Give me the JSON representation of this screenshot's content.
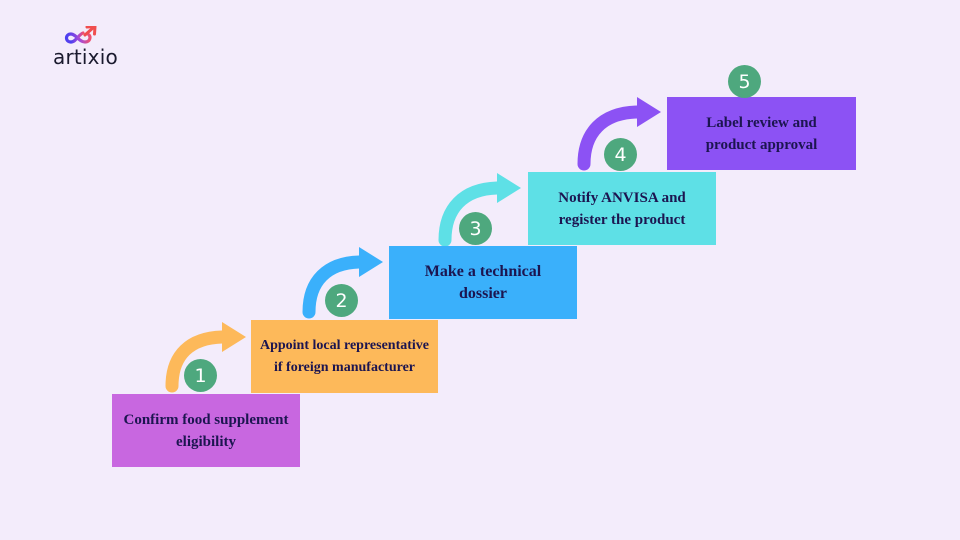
{
  "brand": {
    "name": "artixio",
    "logo_icon": "infinity-arrow-icon"
  },
  "steps": [
    {
      "number": "1",
      "label": "Confirm food supplement eligibility",
      "color": "#c867e0",
      "arrow_color": "#fdb95a"
    },
    {
      "number": "2",
      "label": "Appoint local representative if foreign manufacturer",
      "color": "#fdb95a",
      "arrow_color": "#3ab0fb"
    },
    {
      "number": "3",
      "label": "Make a technical dossier",
      "color": "#3ab0fb",
      "arrow_color": "#5ee0e6"
    },
    {
      "number": "4",
      "label": "Notify ANVISA and register the product",
      "color": "#5ee0e6",
      "arrow_color": "#8c52f4"
    },
    {
      "number": "5",
      "label": "Label review and product approval",
      "color": "#8c52f4"
    }
  ],
  "number_badge_color": "#4ea87e",
  "background_color": "#f3ecfb"
}
